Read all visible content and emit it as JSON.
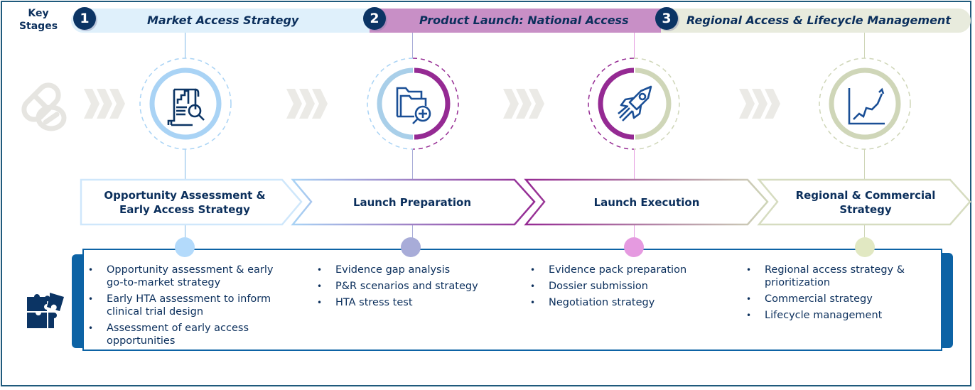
{
  "header": {
    "key_label": "Key Stages"
  },
  "phases": [
    {
      "number": "1",
      "title": "Market Access Strategy",
      "color": "#dff0fb"
    },
    {
      "number": "2",
      "title": "Product Launch: National Access",
      "color": "#c88fc6"
    },
    {
      "number": "3",
      "title": "Regional Access & Lifecycle Management",
      "color": "#e8ebdd"
    }
  ],
  "stages": [
    {
      "title": "Opportunity Assessment & Early Access Strategy",
      "icon": "report-magnifier-icon",
      "color": "#a9d3f5",
      "bullets": [
        "Opportunity assessment & early go-to-market strategy",
        "Early HTA assessment to inform clinical trial design",
        "Assessment of early access opportunities"
      ]
    },
    {
      "title": "Launch Preparation",
      "icon": "folder-search-add-icon",
      "color": "#a8acd8",
      "bullets": [
        "Evidence gap analysis",
        "P&R scenarios and strategy",
        "HTA stress test"
      ]
    },
    {
      "title": "Launch Execution",
      "icon": "rocket-icon",
      "color": "#e59ae0",
      "bullets": [
        "Evidence pack preparation",
        "Dossier submission",
        "Negotiation strategy"
      ]
    },
    {
      "title": "Regional & Commercial Strategy",
      "icon": "growth-chart-icon",
      "color": "#e1e8c2",
      "bullets": [
        "Regional access strategy & prioritization",
        "Commercial strategy",
        "Lifecycle management"
      ]
    }
  ],
  "colors": {
    "navy": "#0b2f5c",
    "frame": "#1f5a7c",
    "content_border": "#0d63a5",
    "purple": "#952a93",
    "light_blue": "#a9d3f5",
    "sage": "#cfd6b8",
    "chevron_gray": "#ebeae6"
  },
  "decor": {
    "pill_icon": "pills-icon",
    "puzzle_icon": "puzzle-icon"
  }
}
